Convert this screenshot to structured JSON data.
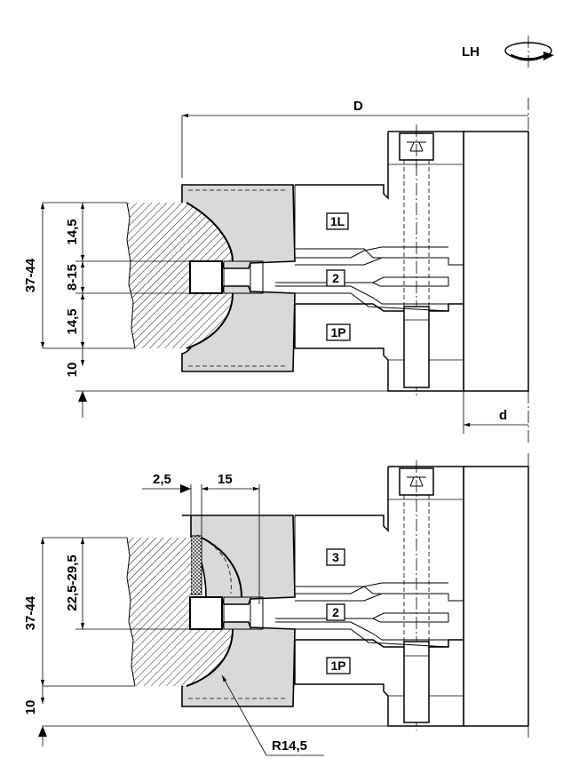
{
  "rotation": {
    "label": "LH",
    "icon": "rotation-arrow-icon"
  },
  "dimensions": {
    "outer_diameter": "D",
    "bore_diameter": "d",
    "overall_height": "37-44",
    "knife_height_top": "14,5",
    "center_gap": "8-15",
    "knife_height_bottom": "14,5",
    "bottom_offset_1": "10",
    "bottom_offset_2": "10",
    "overall_height_2": "37-44",
    "range_22": "22,5-29,5",
    "width_2_5": "2,5",
    "width_15": "15",
    "radius": "R14,5"
  },
  "parts": {
    "top_upper": "1L",
    "top_middle": "2",
    "top_lower": "1P",
    "bot_upper": "3",
    "bot_middle": "2",
    "bot_lower": "1P"
  }
}
